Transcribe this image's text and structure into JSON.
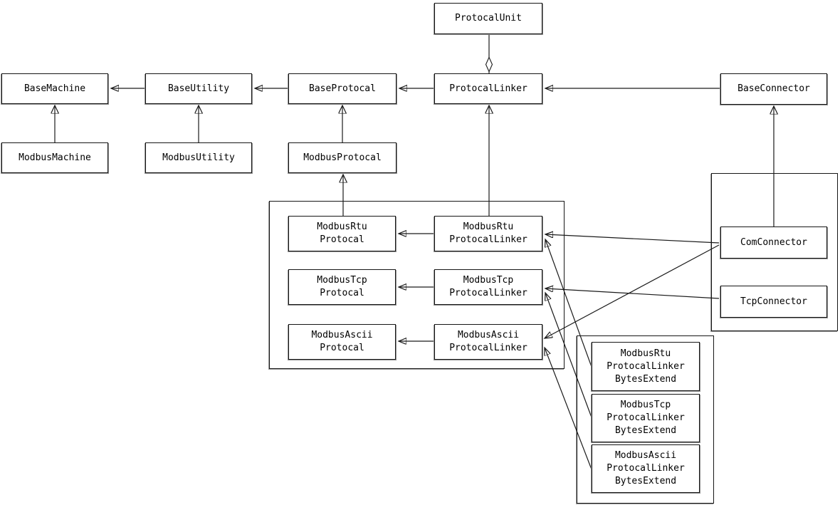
{
  "nodes": {
    "protocal_unit": {
      "label": "ProtocalUnit"
    },
    "base_machine": {
      "label": "BaseMachine"
    },
    "base_utility": {
      "label": "BaseUtility"
    },
    "base_protocal": {
      "label": "BaseProtocal"
    },
    "protocal_linker": {
      "label": "ProtocalLinker"
    },
    "base_connector": {
      "label": "BaseConnector"
    },
    "modbus_machine": {
      "label": "ModbusMachine"
    },
    "modbus_utility": {
      "label": "ModbusUtility"
    },
    "modbus_protocal": {
      "label": "ModbusProtocal"
    },
    "modbus_rtu_protocal": {
      "lines": [
        "ModbusRtu",
        "Protocal"
      ]
    },
    "modbus_rtu_protocal_linker": {
      "lines": [
        "ModbusRtu",
        "ProtocalLinker"
      ]
    },
    "modbus_tcp_protocal": {
      "lines": [
        "ModbusTcp",
        "Protocal"
      ]
    },
    "modbus_tcp_protocal_linker": {
      "lines": [
        "ModbusTcp",
        "ProtocalLinker"
      ]
    },
    "modbus_ascii_protocal": {
      "lines": [
        "ModbusAscii",
        "Protocal"
      ]
    },
    "modbus_ascii_protocal_linker": {
      "lines": [
        "ModbusAscii",
        "ProtocalLinker"
      ]
    },
    "com_connector": {
      "label": "ComConnector"
    },
    "tcp_connector": {
      "label": "TcpConnector"
    },
    "modbus_rtu_protocal_linker_bytes_extend": {
      "lines": [
        "ModbusRtu",
        "ProtocalLinker",
        "BytesExtend"
      ]
    },
    "modbus_tcp_protocal_linker_bytes_extend": {
      "lines": [
        "ModbusTcp",
        "ProtocalLinker",
        "BytesExtend"
      ]
    },
    "modbus_ascii_protocal_linker_bytes_extend": {
      "lines": [
        "ModbusAscii",
        "ProtocalLinker",
        "BytesExtend"
      ]
    }
  },
  "edges": [
    {
      "from": "ProtocalUnit",
      "to": "ProtocalLinker",
      "type": "aggregation-diamond"
    },
    {
      "from": "BaseUtility",
      "to": "BaseMachine",
      "type": "arrow"
    },
    {
      "from": "BaseProtocal",
      "to": "BaseUtility",
      "type": "arrow"
    },
    {
      "from": "ProtocalLinker",
      "to": "BaseProtocal",
      "type": "arrow"
    },
    {
      "from": "BaseConnector",
      "to": "ProtocalLinker",
      "type": "arrow"
    },
    {
      "from": "ModbusMachine",
      "to": "BaseMachine",
      "type": "inheritance"
    },
    {
      "from": "ModbusUtility",
      "to": "BaseUtility",
      "type": "inheritance"
    },
    {
      "from": "ModbusProtocal",
      "to": "BaseProtocal",
      "type": "inheritance"
    },
    {
      "from": "ModbusRtuProtocal",
      "to": "ModbusProtocal",
      "type": "inheritance"
    },
    {
      "from": "ModbusRtuProtocalLinker",
      "to": "ProtocalLinker",
      "type": "inheritance"
    },
    {
      "from": "ComConnector",
      "to": "BaseConnector",
      "type": "inheritance"
    },
    {
      "from": "ModbusRtuProtocalLinker",
      "to": "ModbusRtuProtocal",
      "type": "arrow"
    },
    {
      "from": "ModbusTcpProtocalLinker",
      "to": "ModbusTcpProtocal",
      "type": "arrow"
    },
    {
      "from": "ModbusAsciiProtocalLinker",
      "to": "ModbusAsciiProtocal",
      "type": "arrow"
    },
    {
      "from": "ComConnector",
      "to": "ModbusRtuProtocalLinker",
      "type": "arrow"
    },
    {
      "from": "ComConnector",
      "to": "ModbusAsciiProtocalLinker",
      "type": "arrow"
    },
    {
      "from": "TcpConnector",
      "to": "ModbusTcpProtocalLinker",
      "type": "arrow"
    },
    {
      "from": "ModbusRtuProtocalLinkerBytesExtend",
      "to": "ModbusRtuProtocalLinker",
      "type": "arrow"
    },
    {
      "from": "ModbusTcpProtocalLinkerBytesExtend",
      "to": "ModbusTcpProtocalLinker",
      "type": "arrow"
    },
    {
      "from": "ModbusAsciiProtocalLinkerBytesExtend",
      "to": "ModbusAsciiProtocalLinker",
      "type": "arrow"
    }
  ],
  "colors": {
    "background": "#ffffff",
    "box_fill": "#ffffff",
    "box_border": "#161616",
    "box_shadow": "#8f8f8f",
    "line": "#1a1a1a"
  }
}
